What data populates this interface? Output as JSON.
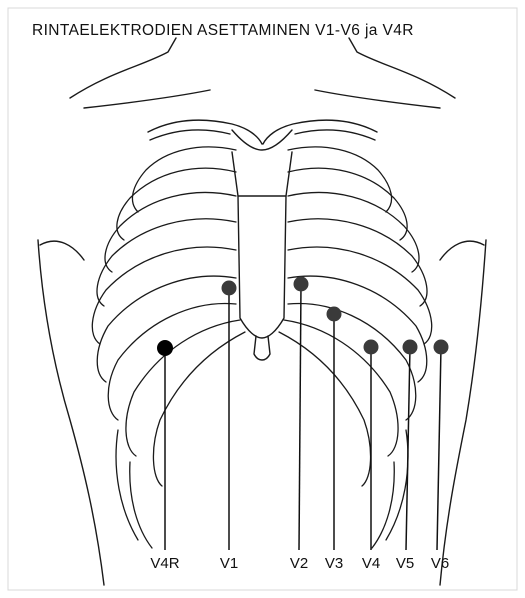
{
  "title": "RINTAELEKTRODIEN ASETTAMINEN V1-V6 ja V4R",
  "electrodes": [
    {
      "label": "V4R"
    },
    {
      "label": "V1"
    },
    {
      "label": "V2"
    },
    {
      "label": "V3"
    },
    {
      "label": "V4"
    },
    {
      "label": "V5"
    },
    {
      "label": "V6"
    }
  ],
  "colors": {
    "ink": "#111111",
    "electrode_dot": "#3a3a3a",
    "v4r_dot": "#000000",
    "background": "#ffffff"
  }
}
